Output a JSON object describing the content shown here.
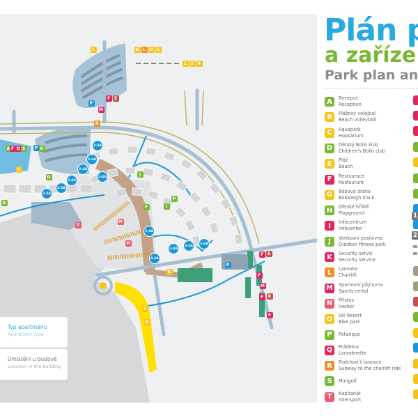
{
  "header": {
    "title_cz_1": "Plán p",
    "title_cz_2": "a zaříze",
    "title_en": "Park plan and"
  },
  "legend": [
    {
      "letter": "A",
      "cz": "Recepce",
      "en": "Reception",
      "color": "#7ab833"
    },
    {
      "letter": "B",
      "cz": "Plážový volejbal",
      "en": "Beach volleyball",
      "color": "#f6c316"
    },
    {
      "letter": "C",
      "cz": "Aquapark",
      "en": "Hopsárium",
      "color": "#f6c316"
    },
    {
      "letter": "D",
      "cz": "Dětský Bollo klub",
      "en": "Children's Bollo club",
      "color": "#7ab833"
    },
    {
      "letter": "E",
      "cz": "Pláž",
      "en": "Beach",
      "color": "#f6c316"
    },
    {
      "letter": "F",
      "cz": "Restaurace",
      "en": "Restaurant",
      "color": "#e3245d"
    },
    {
      "letter": "G",
      "cz": "Bobová dráha",
      "en": "Bobsleigh track",
      "color": "#f6c316"
    },
    {
      "letter": "H",
      "cz": "Dětské hřiště",
      "en": "Playground",
      "color": "#7ab833"
    },
    {
      "letter": "I",
      "cz": "Infocentrum",
      "en": "Infocenter",
      "color": "#e3245d"
    },
    {
      "letter": "J",
      "cz": "Venkovní posilovna",
      "en": "Outdoor fitness park",
      "color": "#7ab833"
    },
    {
      "letter": "K",
      "cz": "Security servis",
      "en": "Security service",
      "color": "#e3245d"
    },
    {
      "letter": "L",
      "cz": "Lanovka",
      "en": "Chairlift",
      "color": "#f08c25"
    },
    {
      "letter": "M",
      "cz": "Sportovní půjčovna",
      "en": "Sports rental",
      "color": "#e3245d"
    },
    {
      "letter": "N",
      "cz": "Přístav",
      "en": "Harbor",
      "color": "#eb5a6e"
    },
    {
      "letter": "O",
      "cz": "Ski Resort",
      "en": "Bike park",
      "color": "#f6c316"
    },
    {
      "letter": "P",
      "cz": "Petanque",
      "en": "",
      "color": "#7ab833"
    },
    {
      "letter": "Q",
      "cz": "Prádelna",
      "en": "Launderette",
      "color": "#e3245d"
    },
    {
      "letter": "R",
      "cz": "Podchod k lanovce",
      "en": "Subway to the chairlift ride",
      "color": "#f08c25"
    },
    {
      "letter": "S",
      "cz": "Minigolf",
      "en": "",
      "color": "#7ab833"
    },
    {
      "letter": "T",
      "cz": "Kapitanát",
      "en": "Intersport",
      "color": "#eb5a6e"
    }
  ],
  "legend_right": {
    "numbers": [
      "1",
      "2"
    ],
    "badge_colors": [
      "#e3245d",
      "#e3245d",
      "#e3245d",
      "#7ab833",
      "#f6c316",
      "#7ab833",
      "#7ab833",
      "#1d96d8",
      "#1d96d8",
      "#a89a8a",
      "#9aa37a",
      "#c8504a",
      "#7ab833",
      "#f6c316",
      "#1d96d8",
      "#f6c316",
      "#f6c316",
      "#f6c316",
      "#f6c316",
      "#f6c316"
    ]
  },
  "info_boxes": {
    "apartment_type_cz": "Typ apartmánu",
    "apartment_type_en": "Apartment type",
    "location_cz": "Umístění u budově",
    "location_en": "Location in the building"
  },
  "map": {
    "apartment_label": "2-4A",
    "markers": [
      {
        "t": "1",
        "c": "#f6c316"
      },
      {
        "t": "G",
        "c": "#f6c316"
      },
      {
        "t": "L",
        "c": "#f08c25"
      },
      {
        "t": "O",
        "c": "#f6c316"
      },
      {
        "t": "S",
        "c": "#f6c316"
      },
      {
        "t": "1",
        "c": "#f6c316"
      },
      {
        "t": "2",
        "c": "#f6c316"
      },
      {
        "t": "4",
        "c": "#f6c316"
      },
      {
        "t": "P",
        "c": "#1d96d8"
      },
      {
        "t": "W",
        "c": "#e3245d"
      },
      {
        "t": "F",
        "c": "#e3245d"
      },
      {
        "t": "E",
        "c": "#c8504a"
      },
      {
        "t": "R",
        "c": "#f08c25"
      },
      {
        "t": "P",
        "c": "#1d96d8"
      },
      {
        "t": "D",
        "c": "#7ab833"
      },
      {
        "t": "A",
        "c": "#7ab833"
      },
      {
        "t": "J",
        "c": "#7ab833"
      },
      {
        "t": "F",
        "c": "#7ab833"
      },
      {
        "t": "I",
        "c": "#7ab833"
      },
      {
        "t": "P",
        "c": "#7ab833"
      },
      {
        "t": "M",
        "c": "#eb5a6e"
      },
      {
        "t": "H",
        "c": "#eb5a6e"
      },
      {
        "t": "T",
        "c": "#eb5a6e"
      },
      {
        "t": "K",
        "c": "#f6c316"
      },
      {
        "t": "P",
        "c": "#1d96d8"
      },
      {
        "t": "E",
        "c": "#f6c316"
      },
      {
        "t": "B",
        "c": "#f6c316"
      },
      {
        "t": "C",
        "c": "#f6c316"
      },
      {
        "t": "F",
        "c": "#e3245d"
      },
      {
        "t": "E",
        "c": "#c8504a"
      },
      {
        "t": "F",
        "c": "#e3245d"
      },
      {
        "t": "M",
        "c": "#e3245d"
      },
      {
        "t": "F",
        "c": "#e3245d"
      },
      {
        "t": "K",
        "c": "#c8504a"
      },
      {
        "t": "F",
        "c": "#e3245d"
      },
      {
        "t": "F",
        "c": "#e3245d"
      },
      {
        "t": "Q",
        "c": "#e3245d"
      },
      {
        "t": "S",
        "c": "#7ab833"
      },
      {
        "t": "A",
        "c": "#7ab833"
      },
      {
        "t": "K",
        "c": "#7ab833"
      }
    ]
  }
}
